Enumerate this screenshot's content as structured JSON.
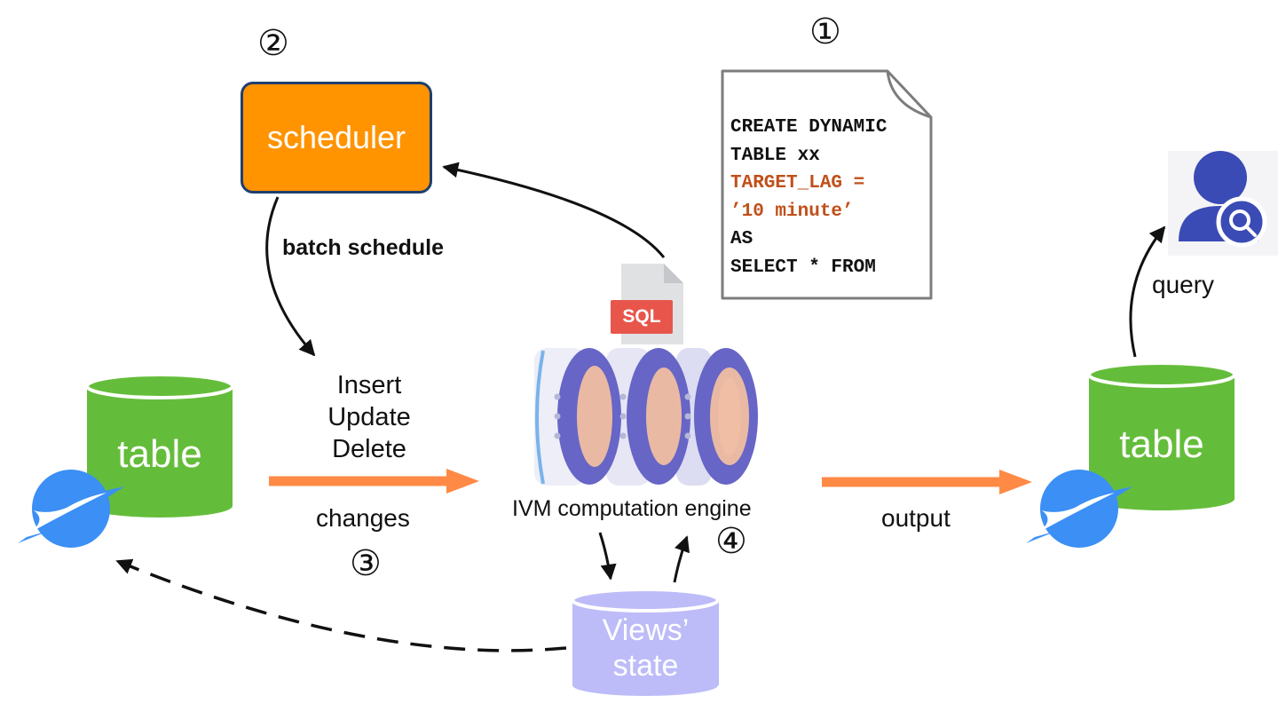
{
  "markers": {
    "one": "①",
    "two": "②",
    "three": "③",
    "four": "④"
  },
  "scheduler": {
    "label": "scheduler"
  },
  "edges": {
    "batch_schedule": "batch schedule",
    "dml": [
      "Insert",
      "Update",
      "Delete"
    ],
    "changes": "changes",
    "output": "output",
    "query": "query"
  },
  "sql_doc": {
    "badge": "SQL",
    "lines": [
      "CREATE DYNAMIC",
      "TABLE xx",
      "TARGET_LAG =",
      "’10 minute’",
      "AS",
      "SELECT * FROM"
    ]
  },
  "engine": {
    "label": "IVM computation engine"
  },
  "source_table": {
    "label": "table"
  },
  "target_table": {
    "label": "table"
  },
  "views_state": {
    "line1": "Views’",
    "line2": "state"
  },
  "colors": {
    "orange": "#ff9300",
    "arrow_orange": "#ff8a45",
    "table_green": "#64bd3a",
    "state_purple": "#bdbcf8",
    "highlight": "#c0501a",
    "badge_blue": "#3b8ff5",
    "user_blue": "#3b4bb5"
  }
}
